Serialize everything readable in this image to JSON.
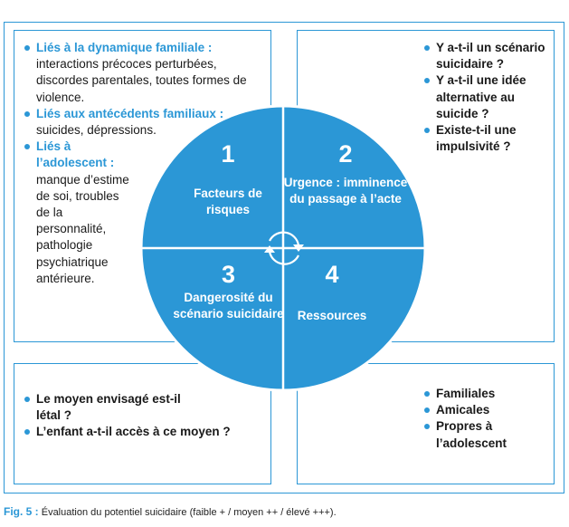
{
  "risk_factors": {
    "items": [
      {
        "heading": "Liés à la dynamique familiale :",
        "text": "interactions précoces perturbées, discordes parentales, toutes formes de violence."
      },
      {
        "heading": "Liés aux antécédents familiaux :",
        "text": "suicides, dépressions."
      },
      {
        "heading": "Liés à l’adolescent :",
        "text": "manque d’estime de soi, troubles de la personnalité, pathologie psychiatrique antérieure."
      }
    ]
  },
  "urgency_questions": [
    "Y a-t-il un scénario suicidaire ?",
    "Y a-t-il une idée alternative au suicide ?",
    "Existe-t-il une impulsivité ?"
  ],
  "danger_questions": [
    "Le moyen envisagé est-il létal ?",
    "L’enfant a-t-il accès à ce moyen ?"
  ],
  "resources": [
    "Familiales",
    "Amicales",
    "Propres à l’adolescent"
  ],
  "circle": {
    "q1": {
      "num": "1",
      "label": "Facteurs de risques"
    },
    "q2": {
      "num": "2",
      "label": "Urgence : imminence du passage à l’acte"
    },
    "q3": {
      "num": "3",
      "label": "Dangerosité du scénario suicidaire"
    },
    "q4": {
      "num": "4",
      "label": "Ressources"
    }
  },
  "caption": {
    "fig": "Fig. 5 :",
    "text": " Évaluation du potentiel suicidaire (faible + / moyen ++ / élevé +++)."
  },
  "colors": {
    "accent": "#2b97d6",
    "text": "#1a1a1a"
  }
}
